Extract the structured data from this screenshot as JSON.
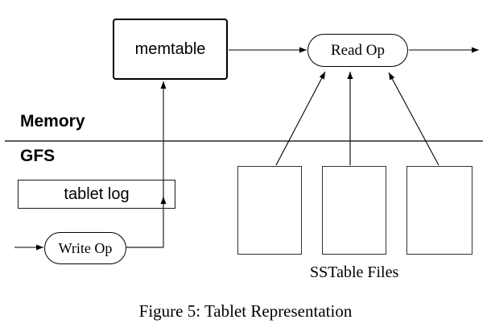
{
  "figure": {
    "caption": "Figure 5: Tablet Representation",
    "colors": {
      "line": "#000000",
      "background": "#ffffff",
      "text": "#000000"
    },
    "regions": {
      "memory_label": "Memory",
      "gfs_label": "GFS"
    },
    "nodes": {
      "memtable_label": "memtable",
      "read_op_label": "Read Op",
      "write_op_label": "Write Op",
      "tablet_log_label": "tablet log"
    },
    "sstables": {
      "group_label": "SSTable Files",
      "count": 3
    }
  }
}
